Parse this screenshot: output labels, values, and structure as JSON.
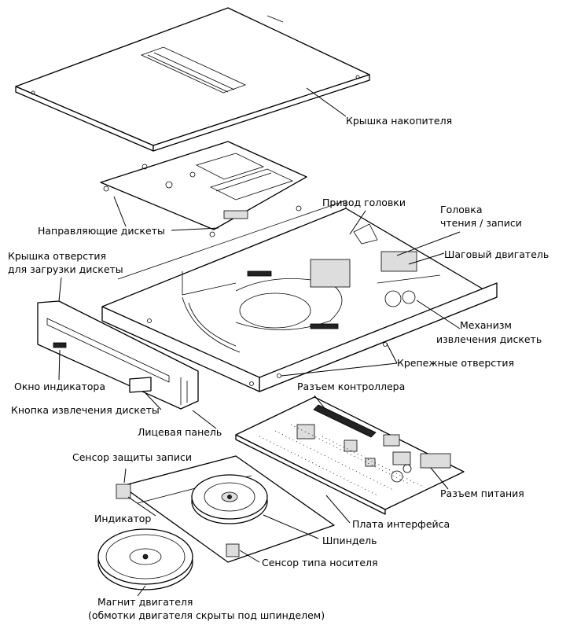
{
  "labels": {
    "cover": "Крышка накопителя",
    "disk_guides": "Направляющие дискеты",
    "head_actuator": "Привод головки",
    "rw_head_line1": "Головка",
    "rw_head_line2": "чтения / записи",
    "stepper_motor": "Шаговый двигатель",
    "load_door_line1": "Крышка отверстия",
    "load_door_line2": "для загрузки дискеты",
    "eject_mech_line1": "Механизм",
    "eject_mech_line2": "извлечения дискеть",
    "mount_holes": "Крепежные отверстия",
    "indicator_window": "Окно индикатора",
    "eject_button": "Кнопка извлечения дискеты",
    "controller_connector": "Разъем контроллера",
    "front_panel": "Лицевая панель",
    "power_connector": "Разъем питания",
    "write_protect_sensor": "Сенсор защиты записи",
    "indicator": "Индикатор",
    "interface_board": "Плата интерфейса",
    "spindle": "Шпиндель",
    "media_type_sensor": "Сенсор типа носителя",
    "motor_magnet_line1": "Магнит двигателя",
    "motor_magnet_line2": "(обмотки двигателя скрыты под шпинделем)"
  }
}
